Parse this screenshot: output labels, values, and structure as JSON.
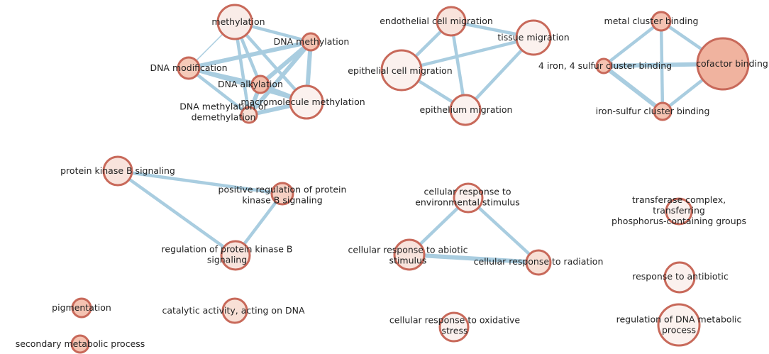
{
  "nodes": [
    {
      "id": "methylation",
      "label": [
        "methylation"
      ],
      "fill": "#f9ece8"
    },
    {
      "id": "dna_methylation",
      "label": [
        "DNA methylation"
      ],
      "fill": "#f5c3b2"
    },
    {
      "id": "dna_modification",
      "label": [
        "DNA modification"
      ],
      "fill": "#f5cab9"
    },
    {
      "id": "dna_alkylation",
      "label": [
        "DNA alkylation"
      ],
      "fill": "#f4c0ae"
    },
    {
      "id": "macromolecule_methylation",
      "label": [
        "macromolecule methylation"
      ],
      "fill": "#fbf1ee"
    },
    {
      "id": "dna_methylation_or_demethylation",
      "label": [
        "DNA methylation or",
        "demethylation"
      ],
      "fill": "#f8e0d6"
    },
    {
      "id": "endothelial_cell_migration",
      "label": [
        "endothelial cell migration"
      ],
      "fill": "#f8e3dc"
    },
    {
      "id": "tissue_migration",
      "label": [
        "tissue migration"
      ],
      "fill": "#fbf1ee"
    },
    {
      "id": "epithelial_cell_migration",
      "label": [
        "epithelial cell migration"
      ],
      "fill": "#fbf1ee"
    },
    {
      "id": "epithelium_migration",
      "label": [
        "epithelium migration"
      ],
      "fill": "#fbf1ee"
    },
    {
      "id": "metal_cluster_binding",
      "label": [
        "metal cluster binding"
      ],
      "fill": "#f5c3b2"
    },
    {
      "id": "4fe4s_cluster_binding",
      "label": [
        "4 iron, 4 sulfur cluster binding"
      ],
      "fill": "#f5c3b2"
    },
    {
      "id": "cofactor_binding",
      "label": [
        "cofactor binding"
      ],
      "fill": "#f0b39f"
    },
    {
      "id": "iron_sulfur_cluster_binding",
      "label": [
        "iron-sulfur cluster binding"
      ],
      "fill": "#f5c3b2"
    },
    {
      "id": "pkb_signaling",
      "label": [
        "protein kinase B signaling"
      ],
      "fill": "#f8e3dc"
    },
    {
      "id": "pos_reg_pkb_signaling",
      "label": [
        "positive regulation of protein",
        "kinase B signaling"
      ],
      "fill": "#f6d0c3"
    },
    {
      "id": "reg_pkb_signaling",
      "label": [
        "regulation of protein kinase B",
        "signaling"
      ],
      "fill": "#f8e3dc"
    },
    {
      "id": "cr_environmental_stimulus",
      "label": [
        "cellular response to",
        "environmental stimulus"
      ],
      "fill": "#fbf1ee"
    },
    {
      "id": "cr_abiotic_stimulus",
      "label": [
        "cellular response to abiotic",
        "stimulus"
      ],
      "fill": "#f8e3dc"
    },
    {
      "id": "cr_radiation",
      "label": [
        "cellular response to radiation"
      ],
      "fill": "#f8dfd5"
    },
    {
      "id": "transferase_complex",
      "label": [
        "transferase complex,",
        "transferring",
        "phosphorus-containing groups"
      ],
      "fill": "#fbf1ee"
    },
    {
      "id": "response_to_antibiotic",
      "label": [
        "response to antibiotic"
      ],
      "fill": "#fbf1ee"
    },
    {
      "id": "pigmentation",
      "label": [
        "pigmentation"
      ],
      "fill": "#f5c3b2"
    },
    {
      "id": "catalytic_activity_dna",
      "label": [
        "catalytic activity, acting on DNA"
      ],
      "fill": "#f8e0d6"
    },
    {
      "id": "cr_oxidative_stress",
      "label": [
        "cellular response to oxidative",
        "stress"
      ],
      "fill": "#fbf1ee"
    },
    {
      "id": "reg_dna_metabolic_process",
      "label": [
        "regulation of DNA metabolic",
        "process"
      ],
      "fill": "#fbf1ee"
    },
    {
      "id": "secondary_metabolic_process",
      "label": [
        "secondary metabolic process"
      ],
      "fill": "#f5c3b2"
    }
  ],
  "edges": [
    [
      "methylation",
      "dna_methylation"
    ],
    [
      "methylation",
      "dna_modification"
    ],
    [
      "methylation",
      "dna_alkylation"
    ],
    [
      "methylation",
      "macromolecule_methylation"
    ],
    [
      "methylation",
      "dna_methylation_or_demethylation"
    ],
    [
      "dna_methylation",
      "dna_modification"
    ],
    [
      "dna_methylation",
      "dna_alkylation"
    ],
    [
      "dna_methylation",
      "macromolecule_methylation"
    ],
    [
      "dna_methylation",
      "dna_methylation_or_demethylation"
    ],
    [
      "dna_modification",
      "dna_alkylation"
    ],
    [
      "dna_modification",
      "macromolecule_methylation"
    ],
    [
      "dna_modification",
      "dna_methylation_or_demethylation"
    ],
    [
      "dna_alkylation",
      "macromolecule_methylation"
    ],
    [
      "dna_alkylation",
      "dna_methylation_or_demethylation"
    ],
    [
      "macromolecule_methylation",
      "dna_methylation_or_demethylation"
    ],
    [
      "endothelial_cell_migration",
      "tissue_migration"
    ],
    [
      "endothelial_cell_migration",
      "epithelial_cell_migration"
    ],
    [
      "endothelial_cell_migration",
      "epithelium_migration"
    ],
    [
      "tissue_migration",
      "epithelial_cell_migration"
    ],
    [
      "tissue_migration",
      "epithelium_migration"
    ],
    [
      "epithelial_cell_migration",
      "epithelium_migration"
    ],
    [
      "metal_cluster_binding",
      "4fe4s_cluster_binding"
    ],
    [
      "metal_cluster_binding",
      "cofactor_binding"
    ],
    [
      "metal_cluster_binding",
      "iron_sulfur_cluster_binding"
    ],
    [
      "4fe4s_cluster_binding",
      "cofactor_binding"
    ],
    [
      "4fe4s_cluster_binding",
      "iron_sulfur_cluster_binding"
    ],
    [
      "cofactor_binding",
      "iron_sulfur_cluster_binding"
    ],
    [
      "pkb_signaling",
      "pos_reg_pkb_signaling"
    ],
    [
      "pkb_signaling",
      "reg_pkb_signaling"
    ],
    [
      "pos_reg_pkb_signaling",
      "reg_pkb_signaling"
    ],
    [
      "cr_environmental_stimulus",
      "cr_abiotic_stimulus"
    ],
    [
      "cr_environmental_stimulus",
      "cr_radiation"
    ],
    [
      "cr_abiotic_stimulus",
      "cr_radiation"
    ]
  ]
}
